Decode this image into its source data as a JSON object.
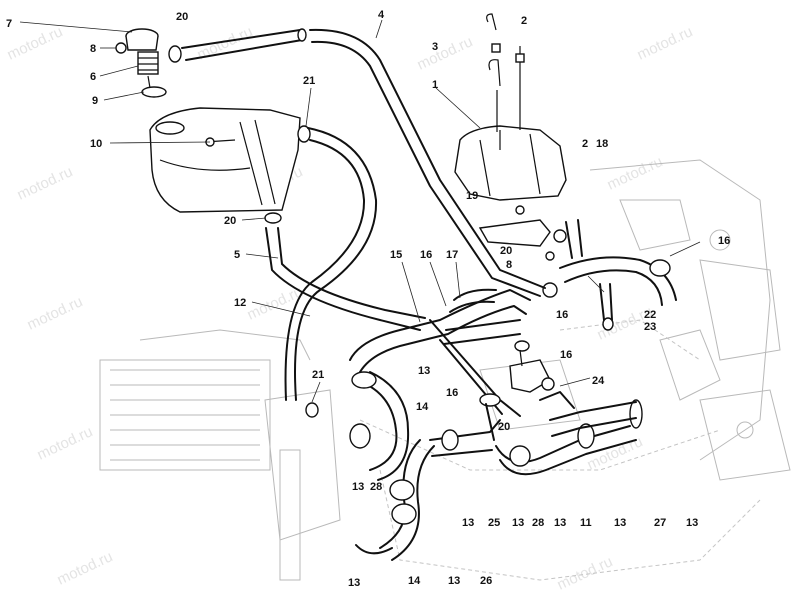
{
  "watermark": "motod.ru",
  "labels": [
    {
      "id": "l7",
      "text": "7"
    },
    {
      "id": "l20a",
      "text": "20"
    },
    {
      "id": "l4",
      "text": "4"
    },
    {
      "id": "l2a",
      "text": "2"
    },
    {
      "id": "l8a",
      "text": "8"
    },
    {
      "id": "l3",
      "text": "3"
    },
    {
      "id": "l6",
      "text": "6"
    },
    {
      "id": "l21a",
      "text": "21"
    },
    {
      "id": "l9",
      "text": "9"
    },
    {
      "id": "l1",
      "text": "1"
    },
    {
      "id": "l10",
      "text": "10"
    },
    {
      "id": "l2b",
      "text": "2"
    },
    {
      "id": "l18",
      "text": "18"
    },
    {
      "id": "l19",
      "text": "19"
    },
    {
      "id": "l20b",
      "text": "20"
    },
    {
      "id": "l16a",
      "text": "16"
    },
    {
      "id": "l5",
      "text": "5"
    },
    {
      "id": "l20c",
      "text": "20"
    },
    {
      "id": "l15",
      "text": "15"
    },
    {
      "id": "l16b",
      "text": "16"
    },
    {
      "id": "l17",
      "text": "17"
    },
    {
      "id": "l8b",
      "text": "8"
    },
    {
      "id": "l12",
      "text": "12"
    },
    {
      "id": "l22",
      "text": "22"
    },
    {
      "id": "l16c",
      "text": "16"
    },
    {
      "id": "l23",
      "text": "23"
    },
    {
      "id": "l16d",
      "text": "16"
    },
    {
      "id": "l13a",
      "text": "13"
    },
    {
      "id": "l21b",
      "text": "21"
    },
    {
      "id": "l24",
      "text": "24"
    },
    {
      "id": "l16e",
      "text": "16"
    },
    {
      "id": "l14a",
      "text": "14"
    },
    {
      "id": "l20d",
      "text": "20"
    },
    {
      "id": "l13b",
      "text": "13"
    },
    {
      "id": "l28a",
      "text": "28"
    },
    {
      "id": "l13c",
      "text": "13"
    },
    {
      "id": "l25",
      "text": "25"
    },
    {
      "id": "l13d",
      "text": "13"
    },
    {
      "id": "l28b",
      "text": "28"
    },
    {
      "id": "l13e",
      "text": "13"
    },
    {
      "id": "l11",
      "text": "11"
    },
    {
      "id": "l13f",
      "text": "13"
    },
    {
      "id": "l27",
      "text": "27"
    },
    {
      "id": "l13g",
      "text": "13"
    },
    {
      "id": "l13h",
      "text": "13"
    },
    {
      "id": "l14b",
      "text": "14"
    },
    {
      "id": "l13i",
      "text": "13"
    },
    {
      "id": "l26",
      "text": "26"
    }
  ]
}
